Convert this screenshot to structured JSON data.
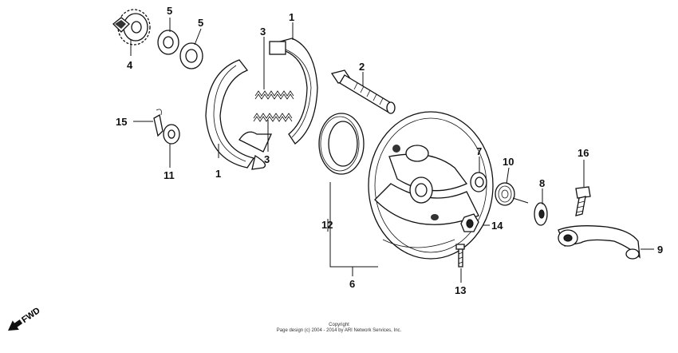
{
  "diagram": {
    "callouts": [
      {
        "id": "c1a",
        "label": "1"
      },
      {
        "id": "c1b",
        "label": "1"
      },
      {
        "id": "c2",
        "label": "2"
      },
      {
        "id": "c3a",
        "label": "3"
      },
      {
        "id": "c3b",
        "label": "3"
      },
      {
        "id": "c4",
        "label": "4"
      },
      {
        "id": "c5a",
        "label": "5"
      },
      {
        "id": "c5b",
        "label": "5"
      },
      {
        "id": "c6",
        "label": "6"
      },
      {
        "id": "c7",
        "label": "7"
      },
      {
        "id": "c8",
        "label": "8"
      },
      {
        "id": "c9",
        "label": "9"
      },
      {
        "id": "c10",
        "label": "10"
      },
      {
        "id": "c11",
        "label": "11"
      },
      {
        "id": "c12",
        "label": "12"
      },
      {
        "id": "c13",
        "label": "13"
      },
      {
        "id": "c14",
        "label": "14"
      },
      {
        "id": "c15",
        "label": "15"
      },
      {
        "id": "c16",
        "label": "16"
      }
    ],
    "fwd_label": "FWD"
  },
  "footer": {
    "line1": "Copyright",
    "line2": "Page design (c) 2004 - 2014 by ARI Network Services, Inc."
  }
}
